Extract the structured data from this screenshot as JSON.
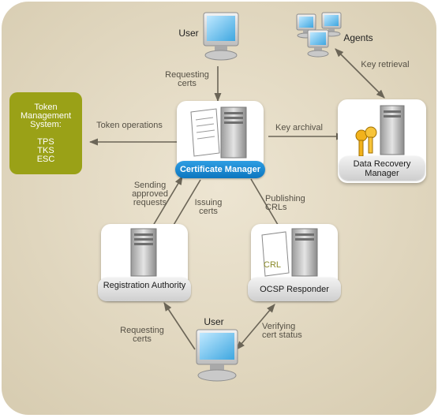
{
  "nodes": {
    "user_top": "User",
    "agents": "Agents",
    "tms_title": "Token Management System:",
    "tms_items": [
      "TPS",
      "TKS",
      "ESC"
    ],
    "certificate_manager": "Certificate Manager",
    "drm": "Data Recovery Manager",
    "ra": "Registration Authority",
    "ocsp": "OCSP Responder",
    "crl_tag": "CRL",
    "user_bottom": "User"
  },
  "edges": {
    "requesting_certs_top": "Requesting certs",
    "key_retrieval": "Key retrieval",
    "token_operations": "Token operations",
    "key_archival": "Key archival",
    "sending_approved_requests": "Sending approved requests",
    "issuing_certs": "Issuing certs",
    "publishing_crls": "Publishing CRLs",
    "requesting_certs_bottom": "Requesting certs",
    "verifying_cert_status": "Verifying cert status"
  },
  "colors": {
    "background": "#e8dfc9",
    "tms_fill": "#9aa117",
    "cm_pill": "#1487d2",
    "arrow": "#6b6557"
  },
  "icons": [
    "monitor-icon",
    "server-icon",
    "certificate-icon",
    "keys-icon",
    "crl-icon"
  ]
}
